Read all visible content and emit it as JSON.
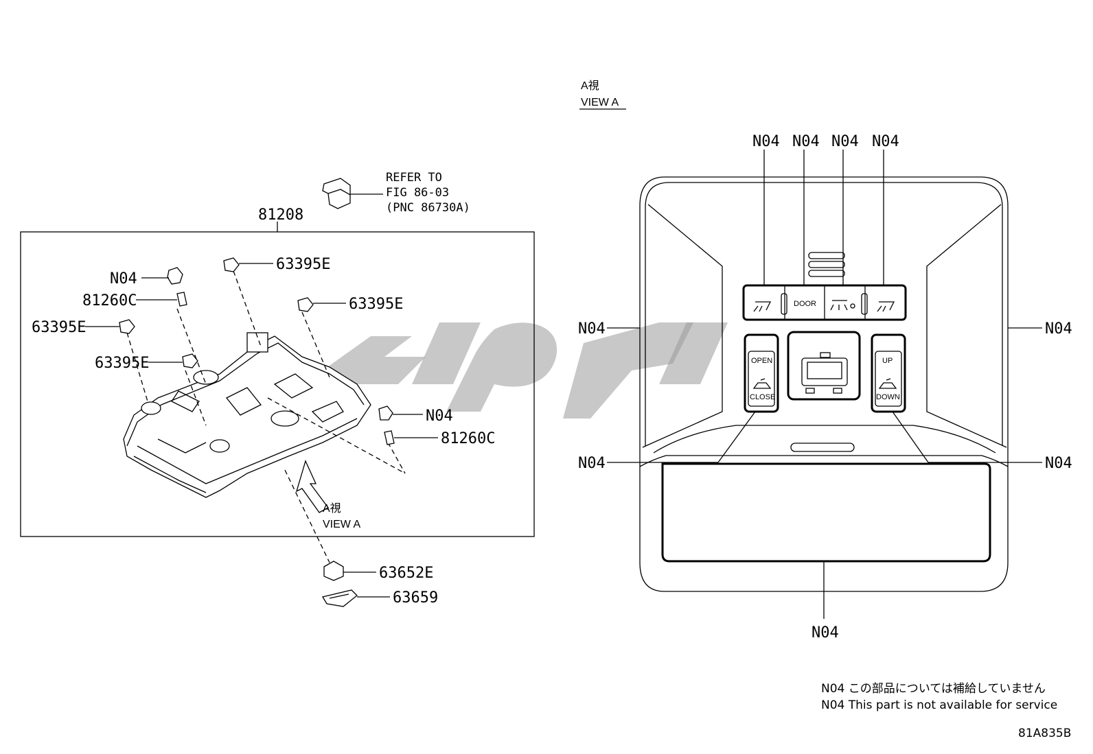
{
  "left_view": {
    "assembly_number": "81208",
    "refer_note": [
      "REFER TO",
      "FIG 86-03",
      "(PNC 86730A)"
    ],
    "view_marker": [
      "A視",
      "VIEW A"
    ],
    "callouts": {
      "n04_top": "N04",
      "bulb_top": "81260C",
      "clip_top": "63395E",
      "clip_mid_right": "63395E",
      "clip_left": "63395E",
      "clip_left_lower": "63395E",
      "n04_right": "N04",
      "bulb_right": "81260C",
      "holder": "63652E",
      "plate": "63659"
    }
  },
  "right_view": {
    "title": [
      "A視",
      "VIEW A"
    ],
    "top_labels": [
      "N04",
      "N04",
      "N04",
      "N04"
    ],
    "side_left_upper": "N04",
    "side_right_upper": "N04",
    "side_left_lower": "N04",
    "side_right_lower": "N04",
    "bottom_label": "N04",
    "buttons": {
      "door": "DOOR",
      "open": "OPEN",
      "close": "CLOSE",
      "up": "UP",
      "down": "DOWN"
    }
  },
  "notes": [
    "N04 この部品については補給していません",
    "N04 This part is not available for service"
  ],
  "figure_code": "81A835B"
}
